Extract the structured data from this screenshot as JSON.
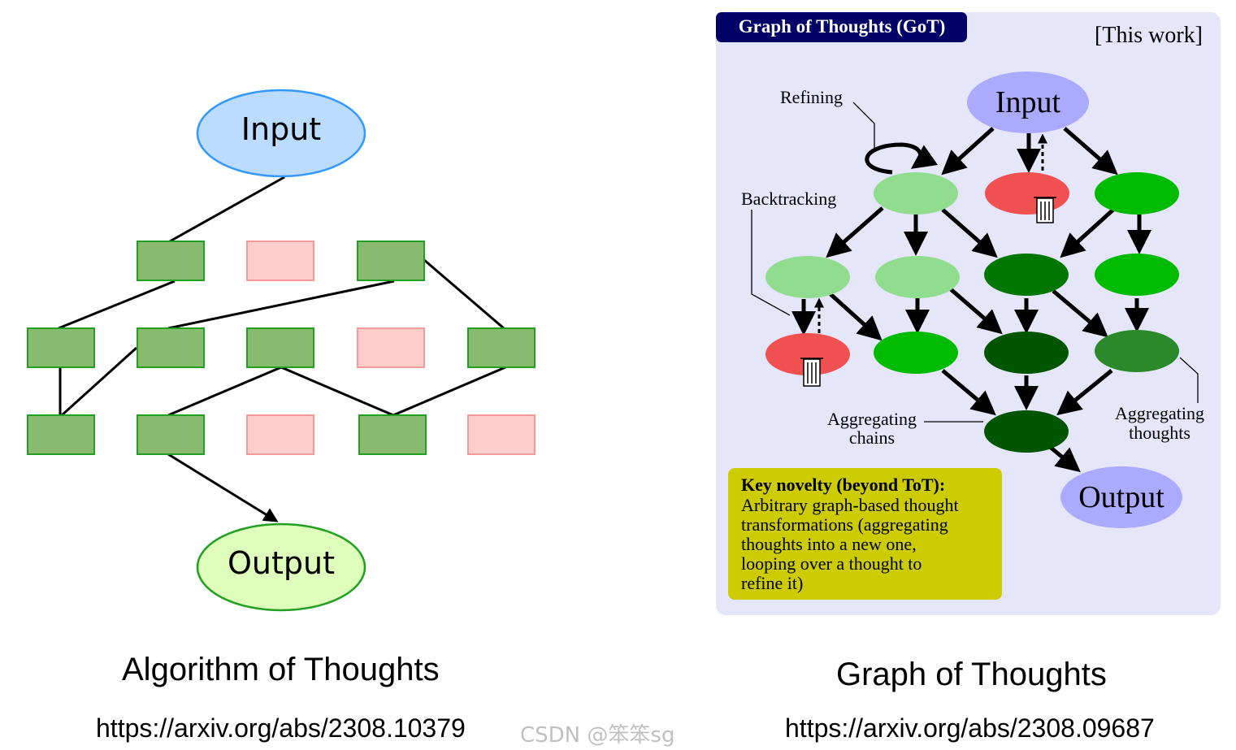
{
  "left": {
    "input": "Input",
    "output": "Output",
    "caption": "Algorithm of Thoughts",
    "url": "https://arxiv.org/abs/2308.10379"
  },
  "right": {
    "title": "Graph of Thoughts (GoT)",
    "tag": "[This work]",
    "input": "Input",
    "output": "Output",
    "labels": {
      "refining": "Refining",
      "backtracking": "Backtracking",
      "agg_chains_1": "Aggregating",
      "agg_chains_2": "chains",
      "agg_thoughts_1": "Aggregating",
      "agg_thoughts_2": "thoughts"
    },
    "key": {
      "heading": "Key novelty (beyond ToT):",
      "lines": [
        "Arbitrary graph-based thought",
        "transformations (aggregating",
        "thoughts into a new one,",
        "looping over a thought to",
        "refine it)"
      ]
    },
    "caption": "Graph of Thoughts",
    "url": "https://arxiv.org/abs/2308.09687"
  },
  "watermark": "CSDN @笨笨sg",
  "colors": {
    "aot_node": "#88bb70",
    "aot_pruned": "#ffcccc",
    "input_left": "#bbdcff",
    "output_left": "#ddffbb",
    "panel": "#e6e6fa",
    "title_bg": "#000066",
    "got_io": "#aaaaff",
    "key_box": "#cccc00",
    "discarded": "#f05050"
  }
}
